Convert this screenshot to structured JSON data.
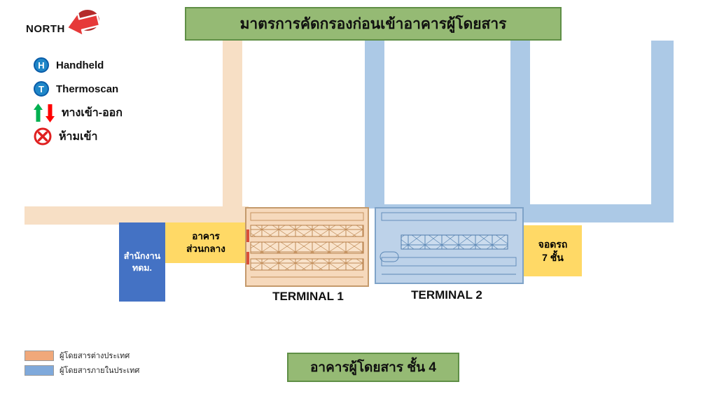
{
  "title_banner": "มาตรการคัดกรองก่อนเข้าอาคารผู้โดยสาร",
  "north": {
    "label": "NORTH"
  },
  "legend": {
    "items": [
      {
        "icon": "H",
        "icon_name": "handheld-badge",
        "label": "Handheld"
      },
      {
        "icon": "T",
        "icon_name": "thermoscan-badge",
        "label": "Thermoscan"
      },
      {
        "icon_name": "entry-exit-arrows",
        "label": "ทางเข้า-ออก"
      },
      {
        "icon_name": "no-entry-sign",
        "label": "ห้ามเข้า"
      }
    ]
  },
  "map": {
    "office": {
      "line1": "สำนักงาน",
      "line2": "ทดม."
    },
    "central_building": {
      "line1": "อาคาร",
      "line2": "ส่วนกลาง"
    },
    "parking": {
      "line1": "จอดรถ",
      "line2": "7 ชั้น"
    },
    "terminal1_label": "TERMINAL 1",
    "terminal2_label": "TERMINAL 2"
  },
  "footer": {
    "legend": [
      {
        "color": "#F0A87A",
        "label": "ผู้โดยสารต่างประเทศ"
      },
      {
        "color": "#7FA9DB",
        "label": "ผู้โดยสารภายในประเทศ"
      }
    ],
    "banner": "อาคารผู้โดยสาร ชั้น 4"
  },
  "colors": {
    "banner_green": "#95BA74",
    "banner_border": "#5F8F46",
    "route_international_orange": "#F7DFC5",
    "route_domestic_blue": "#ACC9E6",
    "office_blue": "#4472C4",
    "building_yellow": "#FFD966",
    "badge_blue": "#1F87C8",
    "arrow_in_green": "#00B050",
    "arrow_out_red": "#FF0000",
    "no_entry_red": "#E02020"
  }
}
